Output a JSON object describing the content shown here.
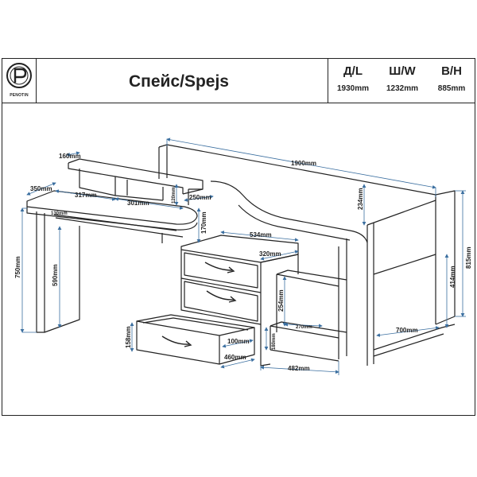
{
  "header": {
    "logo_text": "PENOTIN",
    "title": "Спейс/Spejs",
    "specs": [
      {
        "label": "Д/L",
        "value": "1930mm"
      },
      {
        "label": "Ш/W",
        "value": "1232mm"
      },
      {
        "label": "В/H",
        "value": "885mm"
      }
    ]
  },
  "dimensions": {
    "d160": "160mm",
    "d350": "350mm",
    "d317": "317mm",
    "d301": "301mm",
    "d250": "250mm",
    "d1900": "1900mm",
    "d234": "234mm",
    "d130": "130mm",
    "d120": "120mm",
    "d170": "170mm",
    "d534": "534mm",
    "d320": "320mm",
    "d750": "750mm",
    "d590": "590mm",
    "d815": "815mm",
    "d414": "414mm",
    "d254": "254mm",
    "d270": "270mm",
    "d700": "700mm",
    "d158": "158mm",
    "d100": "100mm",
    "d180": "180mm",
    "d460": "460mm",
    "d482": "482mm"
  },
  "colors": {
    "line": "#222222",
    "dimension": "#3b6fa0"
  }
}
